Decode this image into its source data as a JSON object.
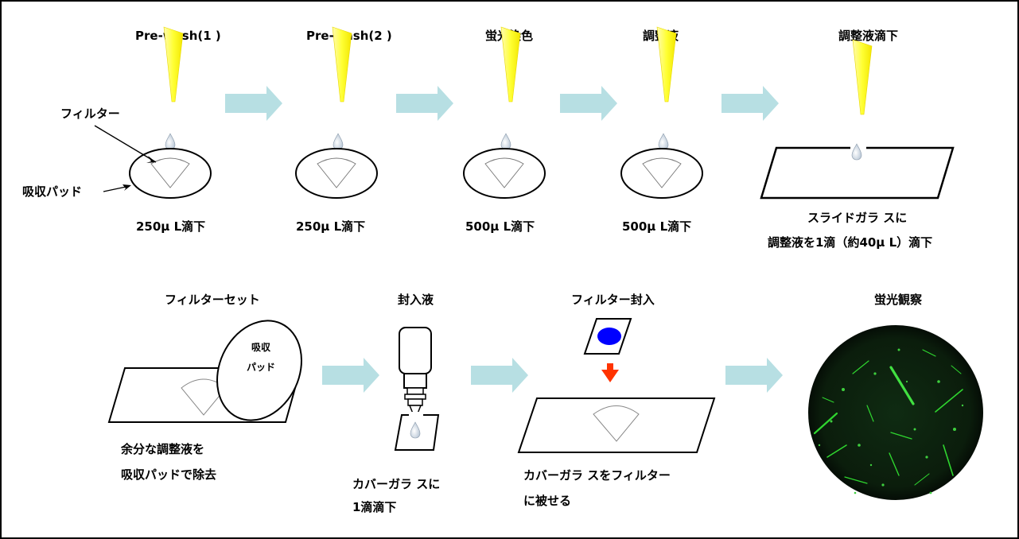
{
  "steps_row1": [
    {
      "title": "Pre-wash(1 )",
      "caption": "250µ L滴下"
    },
    {
      "title": "Pre-wash(2 )",
      "caption": "250µ L滴下"
    },
    {
      "title": "蛍光染色",
      "caption": "500µ L滴下"
    },
    {
      "title": "調整液",
      "caption": "500µ L滴下"
    },
    {
      "title": "調整液滴下",
      "caption_lines": [
        "スライドガラ スに",
        "調整液を1滴（約40µ L）滴下"
      ]
    }
  ],
  "annotations": {
    "filter": "フィルター",
    "absorbent_pad": "吸収パッド"
  },
  "steps_row2": [
    {
      "title": "フィルターセット",
      "pad_label_lines": [
        "吸収",
        "パッド"
      ],
      "caption_lines": [
        "余分な調整液を",
        "吸収パッドで除去"
      ]
    },
    {
      "title": "封入液",
      "caption_lines": [
        "カバーガラ スに",
        "1滴滴下"
      ]
    },
    {
      "title": "フィルター封入",
      "caption_lines": [
        "カバーガラ スをフィルター",
        "に被せる"
      ]
    },
    {
      "title": "蛍光観察"
    }
  ],
  "colors": {
    "arrow": "#b7dfe3",
    "pipette": "#ffff33",
    "red_arrow": "#ff3300",
    "blue_oval": "#0000ff",
    "micro_bg": "#0a160a",
    "micro_fiber": "#2fd62f"
  }
}
